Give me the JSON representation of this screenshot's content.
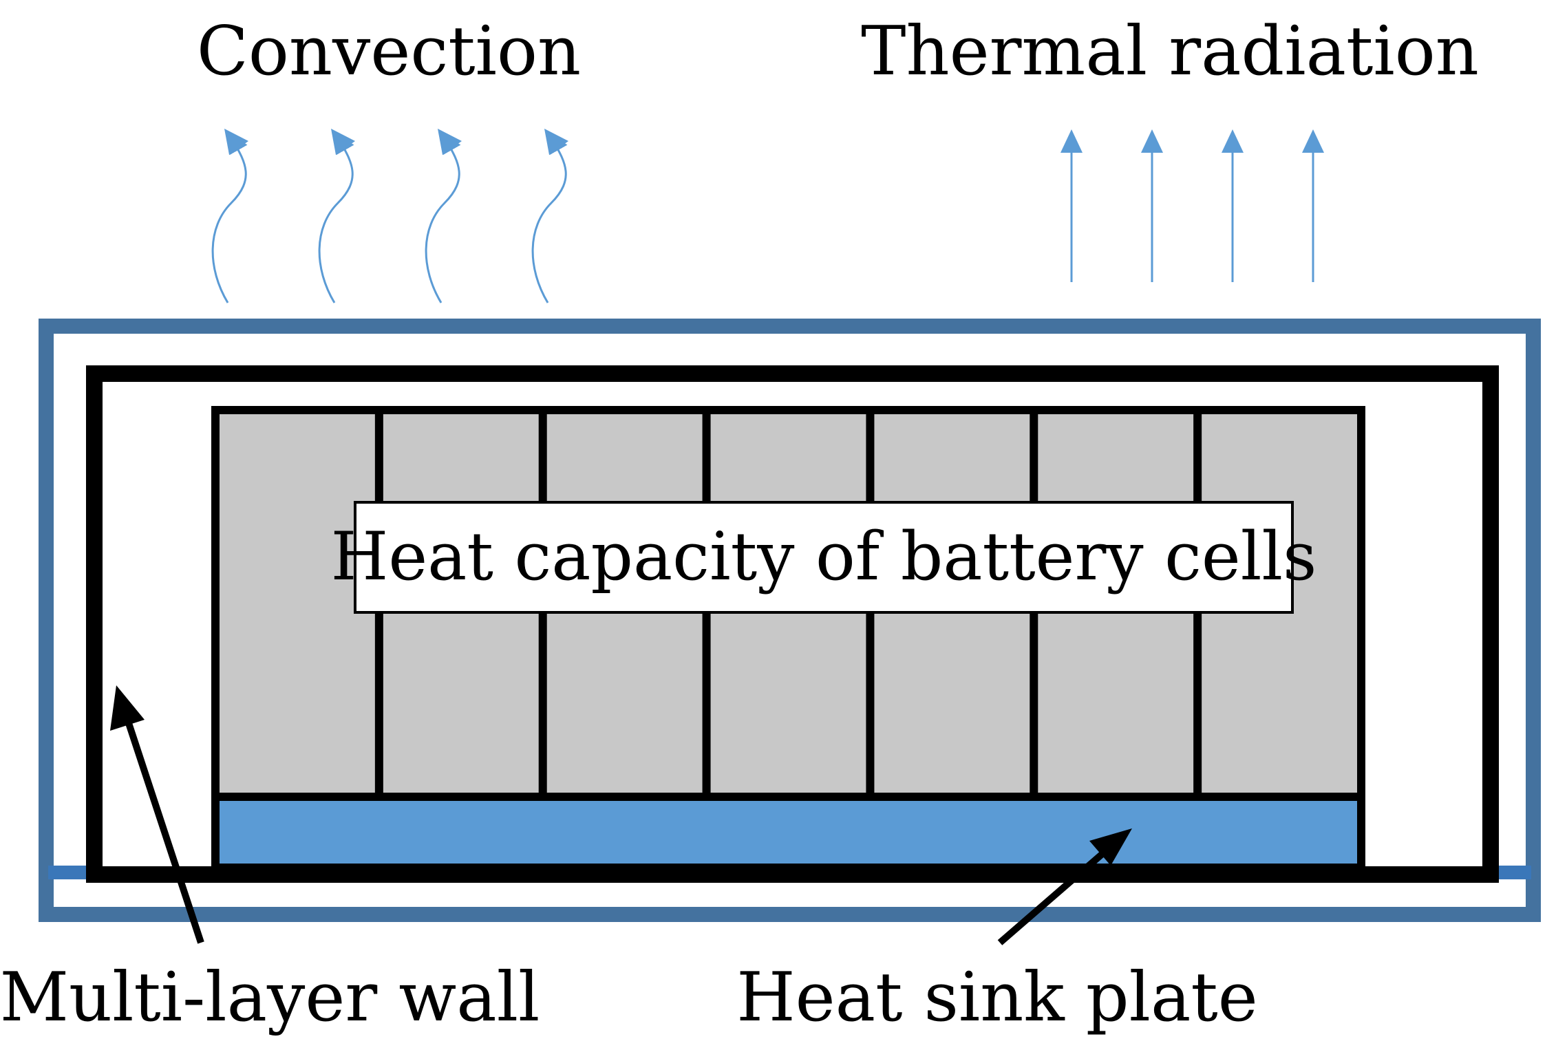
{
  "labels": {
    "convection": "Convection",
    "thermal_radiation": "Thermal radiation",
    "heat_capacity": "Heat capacity of battery cells",
    "multi_layer_wall": "Multi-layer wall",
    "heat_sink_plate": "Heat sink plate"
  },
  "colors": {
    "outer_wall": "#44729f",
    "heat_sink": "#5b9bd5",
    "arrow_blue": "#5b9bd5",
    "cell_fill": "#c8c8c8",
    "frame": "#000000",
    "background": "#ffffff"
  },
  "battery_cells": {
    "count": 7
  },
  "convection_arrows": {
    "count": 4
  },
  "radiation_arrows": {
    "count": 4
  }
}
